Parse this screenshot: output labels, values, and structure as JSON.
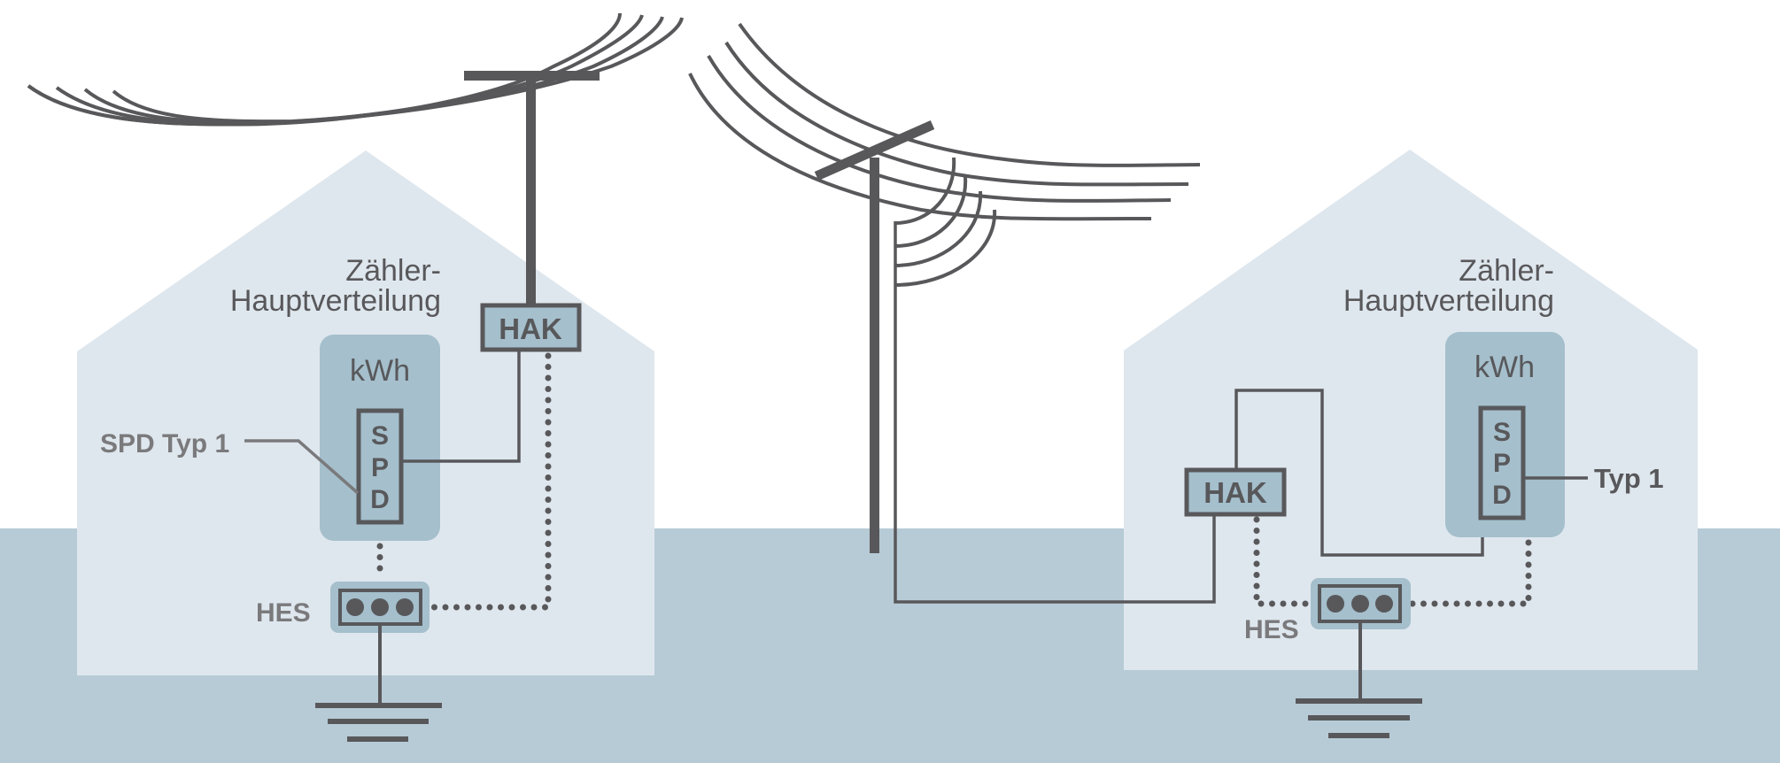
{
  "colors": {
    "background": "#ffffff",
    "ground": "#b7cbd6",
    "house": "#dfe7ee",
    "panel": "#a5bfcc",
    "line": "#58585b",
    "label_gray": "#7a7a7c"
  },
  "left_house": {
    "title_line1": "Zähler-",
    "title_line2": "Hauptverteilung",
    "meter_label": "kWh",
    "spd_letters": [
      "S",
      "P",
      "D"
    ],
    "hak_label": "HAK",
    "hes_label": "HES",
    "spd_callout": "SPD Typ 1",
    "supply": "overhead line via roof-mounted pole"
  },
  "right_house": {
    "title_line1": "Zähler-",
    "title_line2": "Hauptverteilung",
    "meter_label": "kWh",
    "spd_letters": [
      "S",
      "P",
      "D"
    ],
    "hak_label": "HAK",
    "hes_label": "HES",
    "spd_callout": "Typ 1",
    "supply": "underground cable from utility pole"
  },
  "icons": {
    "utility_pole": "utility-pole-icon",
    "ground_symbol": "earth-ground-icon",
    "terminal_block": "three-dot-terminal-icon"
  }
}
